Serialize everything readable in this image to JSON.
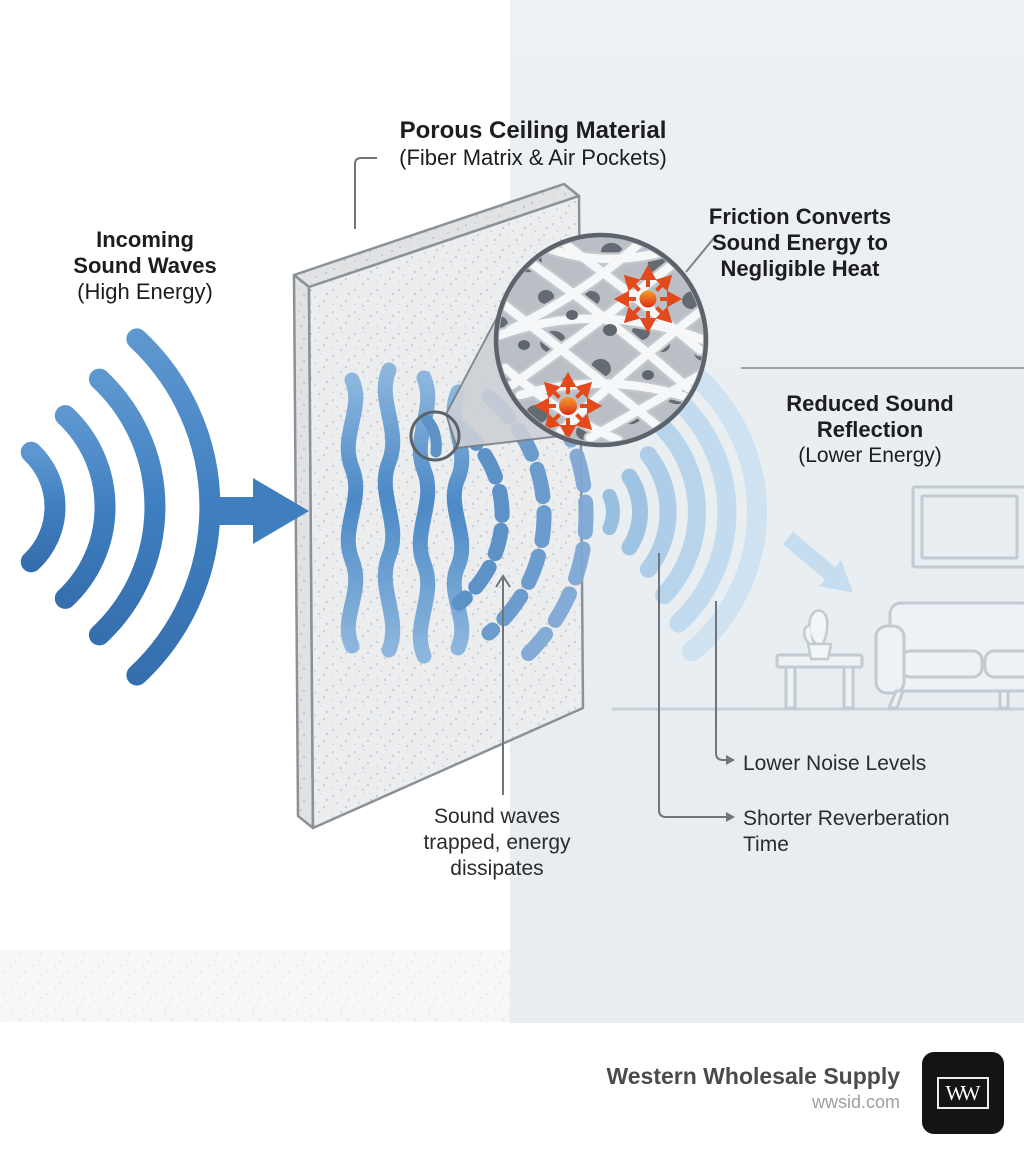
{
  "colors": {
    "wave_blue": "#3f7fc0",
    "wave_blue_light": "#aecde8",
    "reflection_arrow": "#c6dcef",
    "heat_orange": "#ee7319",
    "heat_red": "#e2491d",
    "panel_edge": "#8b9197",
    "connector_gray": "#6f757b",
    "room_line": "#c2cad2",
    "bg_right": "#e9eef1",
    "text_dark": "#1d1d1f",
    "text_body": "#2b2b2d",
    "footer_brand": "#4b4b4d",
    "footer_site": "#9aa0a5",
    "logo_bg": "#141414"
  },
  "labels": {
    "panel_title": {
      "line1": "Porous Ceiling Material",
      "line2": "(Fiber Matrix & Air Pockets)"
    },
    "incoming": {
      "line1": "Incoming",
      "line2": "Sound Waves",
      "line3": "(High Energy)"
    },
    "friction": {
      "line1": "Friction Converts",
      "line2": "Sound Energy to",
      "line3": "Negligible Heat"
    },
    "reduced": {
      "line1": "Reduced Sound",
      "line2": "Reflection",
      "line3": "(Lower Energy)"
    },
    "trapped": {
      "line1": "Sound waves",
      "line2": "trapped, energy",
      "line3": "dissipates"
    },
    "benefit_noise": "Lower Noise Levels",
    "benefit_reverb": {
      "line1": "Shorter Reverberation",
      "line2": "Time"
    }
  },
  "icons": {
    "incoming_waves": "concentric-blue-arcs",
    "impact_arrow": "right-arrow",
    "magnifier": "zoom-circle-callout",
    "heat_burst": "radiating-heat-arrows",
    "transmitted_waves": "fading-dashed-arcs",
    "reflection_arrow": "diagonal-faded-arrow",
    "room": "living-room-outline"
  },
  "footer": {
    "brand": "Western Wholesale Supply",
    "website": "wwsid.com",
    "monogram": "WW"
  }
}
